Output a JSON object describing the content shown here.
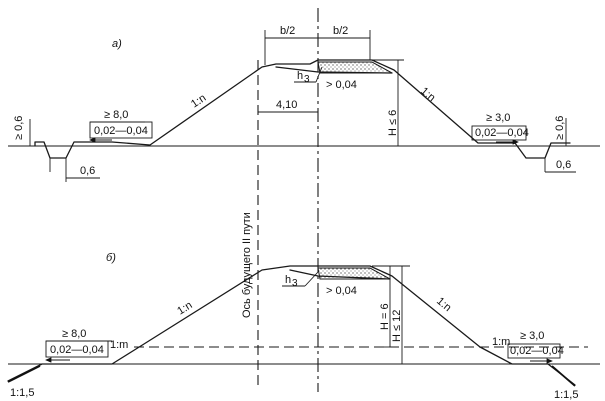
{
  "labels": {
    "part_a": "а)",
    "part_b": "б)",
    "axis": "Ось будущего II пути",
    "b_half": "b/2",
    "h3": "h",
    "h3_sub": "3",
    "slope_gt": "> 0,04",
    "slope_n": "1:n",
    "slope_m": "1:m",
    "slope_15": "1:1,5",
    "dist_410": "4,10",
    "h_le_6": "H ≤ 6",
    "h_eq_6": "H = 6",
    "h_le_12": "H ≤ 12",
    "berm_left": "≥ 8,0",
    "berm_right": "≥ 3,0",
    "berm_slope": "0,02—0,04",
    "ditch_depth": "≥ 0,6",
    "ditch_width": "0,6"
  }
}
